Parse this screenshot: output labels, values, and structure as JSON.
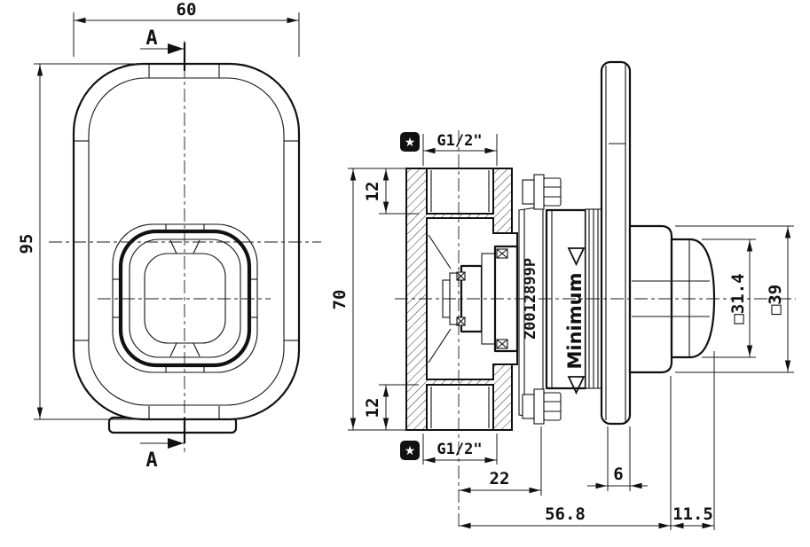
{
  "front_view": {
    "section_label": "A",
    "dim_width": "60",
    "dim_height": "95"
  },
  "section_view": {
    "dim_thread_top": "G1/2\"",
    "dim_thread_bottom": "G1/2\"",
    "dim_port_depth_top": "12",
    "dim_port_depth_bottom": "12",
    "dim_body_height": "70",
    "dim_axis_to_plate": "22",
    "dim_flange_offset": "6",
    "dim_total_depth": "56.8",
    "dim_knob_protrusion": "11.5",
    "dim_cap_square": "□31.4",
    "dim_knob_square": "□39",
    "part_number": "Z0012899P",
    "minimum_label": "Minimum",
    "star_glyph": "★"
  },
  "colors": {
    "line": "#111111",
    "background": "#ffffff"
  }
}
